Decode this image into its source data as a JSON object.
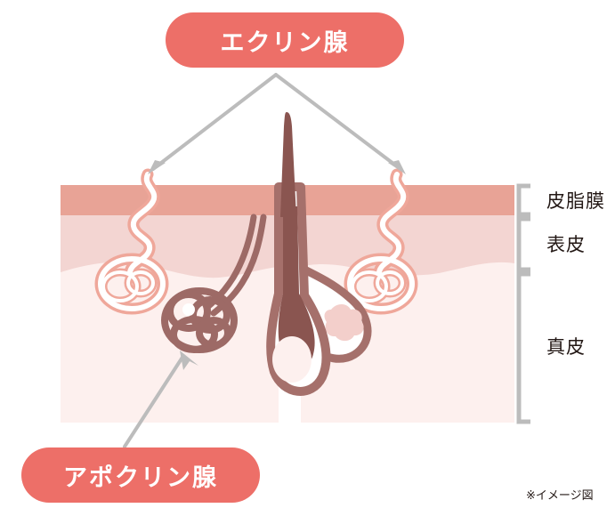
{
  "figure": {
    "title_note": "※イメージ図",
    "callouts": [
      {
        "id": "eccrine",
        "label": "エクリン腺",
        "color": "#ed6f68",
        "text_color": "#ffffff",
        "position": "top-center",
        "arrow_targets": [
          "left eccrine gland duct",
          "right eccrine gland duct"
        ]
      },
      {
        "id": "apocrine",
        "label": "アポクリン腺",
        "color": "#ed6f68",
        "text_color": "#ffffff",
        "position": "bottom-left",
        "arrow_targets": [
          "apocrine gland coil"
        ]
      }
    ],
    "layers": [
      {
        "id": "sebum",
        "label": "皮脂膜",
        "color": "#e8a396",
        "bracket": true
      },
      {
        "id": "epidermis",
        "label": "表皮",
        "color": "#f3d5d2",
        "bracket": true
      },
      {
        "id": "dermis",
        "label": "真皮",
        "color": "#fdf0ee",
        "bracket": true
      }
    ],
    "structures": [
      {
        "id": "hair-shaft",
        "name": "hair shaft",
        "color": "#8a5550"
      },
      {
        "id": "hair-follicle",
        "name": "hair follicle",
        "color": "#a5706b"
      },
      {
        "id": "dermal-papilla",
        "name": "dermal papilla",
        "color": "#fdf0ee"
      },
      {
        "id": "sebaceous-gland",
        "name": "sebaceous gland",
        "color": "#a5706b"
      },
      {
        "id": "sebum-blob",
        "name": "sebum secretion",
        "color": "#f3cfcb"
      },
      {
        "id": "eccrine-left",
        "name": "eccrine gland",
        "color": "#efa79a"
      },
      {
        "id": "eccrine-right",
        "name": "eccrine gland",
        "color": "#efa79a"
      },
      {
        "id": "apocrine-gland",
        "name": "apocrine gland",
        "color": "#9d6a66"
      }
    ],
    "arrow_color": "#bcbcbc",
    "bracket_color": "#bcbcbc"
  }
}
